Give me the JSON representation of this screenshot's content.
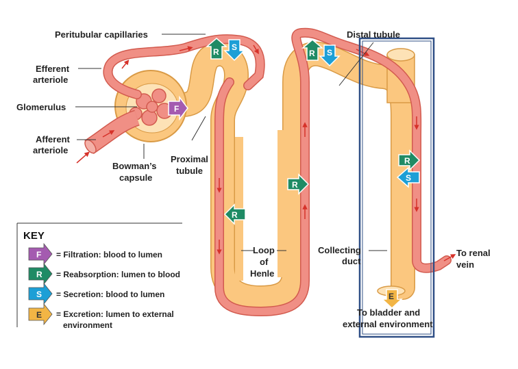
{
  "labels": {
    "peritubular": "Peritubular capillaries",
    "efferent_1": "Efferent",
    "efferent_2": "arteriole",
    "glomerulus": "Glomerulus",
    "afferent_1": "Afferent",
    "afferent_2": "arteriole",
    "bowmans_1": "Bowman’s",
    "bowmans_2": "capsule",
    "proximal_1": "Proximal",
    "proximal_2": "tubule",
    "distal": "Distal tubule",
    "loop_1": "Loop",
    "loop_2": "of",
    "loop_3": "Henle",
    "collecting_1": "Collecting",
    "collecting_2": "duct",
    "renal_1": "To renal",
    "renal_2": "vein",
    "bladder_1": "To bladder and",
    "bladder_2": "external environment"
  },
  "process_letters": {
    "filtration": "F",
    "reabsorption": "R",
    "secretion": "S",
    "excretion": "E"
  },
  "key": {
    "title": "KEY",
    "items": [
      {
        "letter": "F",
        "text": "= Filtration: blood to lumen"
      },
      {
        "letter": "R",
        "text": "= Reabsorption: lumen to blood"
      },
      {
        "letter": "S",
        "text": "= Secretion: blood to lumen"
      },
      {
        "letter": "E",
        "text_1": "= Excretion: lumen to external",
        "text_2": "environment"
      }
    ]
  },
  "colors": {
    "vessel": "#f08f85",
    "vessel_edge": "#d25a4e",
    "tubule": "#fbc77f",
    "tubule_edge": "#d99a45",
    "filtration": "#a45bb0",
    "reabsorption": "#1f8b65",
    "secretion": "#1d9fd6",
    "excretion": "#f2b545",
    "highlight_box": "#2f4f86",
    "flow_arrow": "#d6322a"
  }
}
